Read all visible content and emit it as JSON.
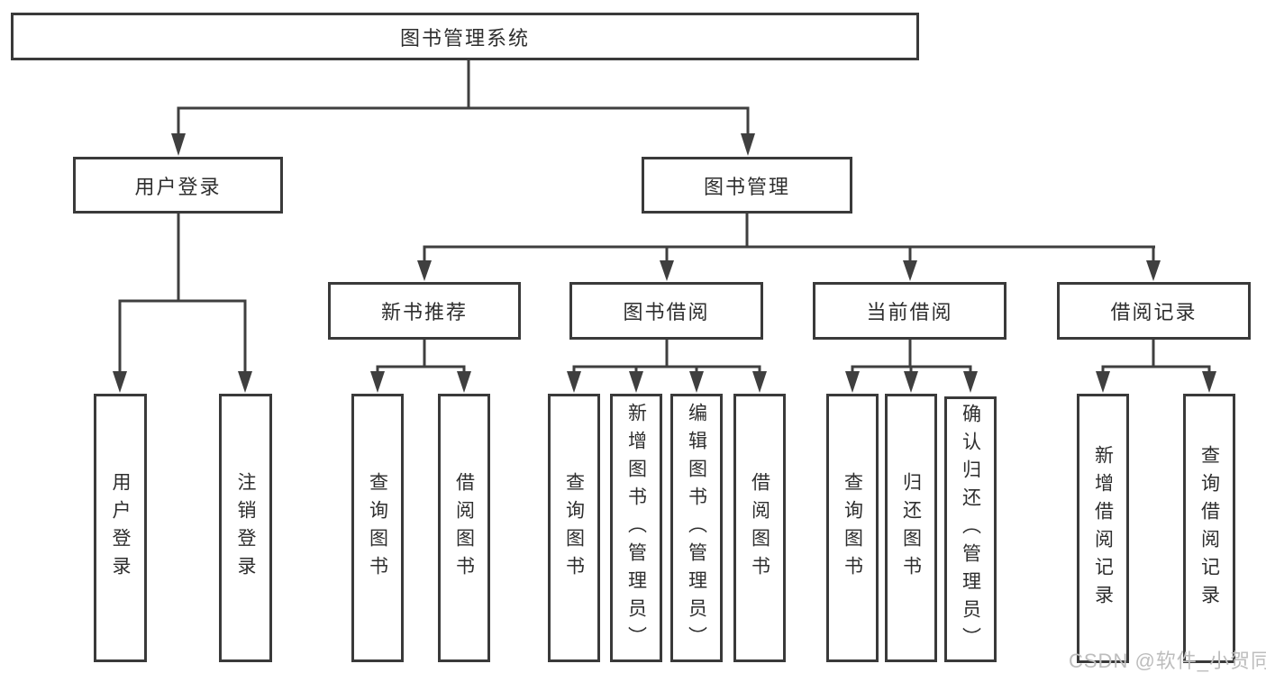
{
  "page": {
    "watermark": "CSDN @软件_小贺同学",
    "colors": {
      "background": "#ffffff",
      "line": "#3f3f3f",
      "box_border": "#3a3a3a",
      "text": "#2e2e2e",
      "watermark": "#bdbdbd"
    }
  },
  "tree": {
    "root": {
      "label": "图书管理系统"
    },
    "branches": [
      {
        "label": "用户登录",
        "children": [
          {
            "label": "用户登录"
          },
          {
            "label": "注销登录"
          }
        ]
      },
      {
        "label": "图书管理",
        "children": [
          {
            "label": "新书推荐",
            "children": [
              {
                "label": "查询图书"
              },
              {
                "label": "借阅图书"
              }
            ]
          },
          {
            "label": "图书借阅",
            "children": [
              {
                "label": "查询图书"
              },
              {
                "label": "新增图书（管理员）"
              },
              {
                "label": "编辑图书（管理员）"
              },
              {
                "label": "借阅图书"
              }
            ]
          },
          {
            "label": "当前借阅",
            "children": [
              {
                "label": "查询图书"
              },
              {
                "label": "归还图书"
              },
              {
                "label": "确认归还（管理员）"
              }
            ]
          },
          {
            "label": "借阅记录",
            "children": [
              {
                "label": "新增借阅记录"
              },
              {
                "label": "查询借阅记录"
              }
            ]
          }
        ]
      }
    ]
  }
}
